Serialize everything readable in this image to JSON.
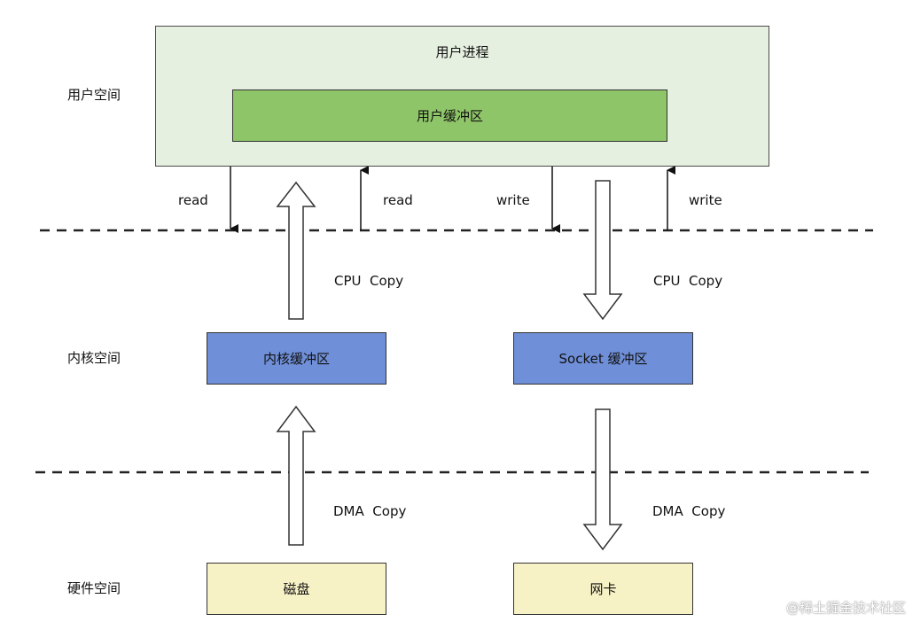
{
  "layers": {
    "user_space": "用户空间",
    "kernel_space": "内核空间",
    "hardware_space": "硬件空间"
  },
  "user_process": {
    "title": "用户进程",
    "buffer": "用户缓冲区"
  },
  "kernel_buffers": {
    "kernel_buffer": "内核缓冲区",
    "socket_buffer": "Socket 缓冲区"
  },
  "hardware": {
    "disk": "磁盘",
    "nic": "网卡"
  },
  "syscalls": {
    "read_left": "read",
    "read_right": "read",
    "write_left": "write",
    "write_right": "write"
  },
  "copies": {
    "cpu_copy_left": "CPU  Copy",
    "cpu_copy_right": "CPU  Copy",
    "dma_copy_left": "DMA  Copy",
    "dma_copy_right": "DMA  Copy"
  },
  "watermark": "@稀土掘金技术社区",
  "colors": {
    "user_process_fill": "#e6f0e0",
    "user_buffer_fill": "#8fc569",
    "kernel_buffer_fill": "#6f8fd8",
    "hardware_fill": "#f7f1c6"
  }
}
